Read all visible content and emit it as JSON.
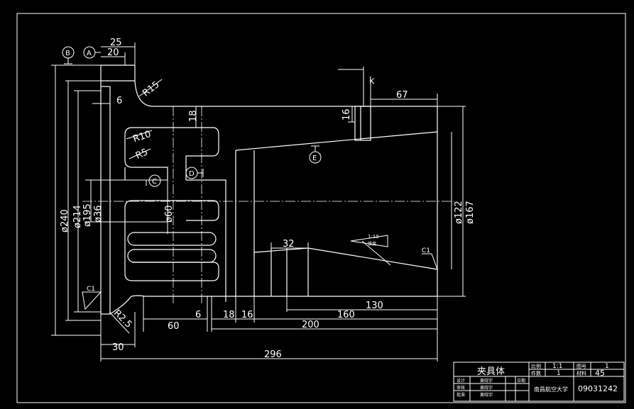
{
  "datum_labels": {
    "B": "B",
    "A": "A",
    "C": "C",
    "D": "D",
    "E": "E"
  },
  "dims": {
    "d25": "25",
    "d20": "20",
    "d6a": "6",
    "r15": "R15",
    "d18": "18",
    "r10": "R10",
    "r5": "R5",
    "d240": "ø240",
    "d214": "ø214",
    "d195": "ø195",
    "d36": "ø36",
    "d60": "ø60",
    "d122": "ø122",
    "d167": "ø167",
    "d67": "67",
    "d16v": "16",
    "k": "k",
    "d32": "32",
    "c1a": "C1",
    "c1b": "C1",
    "r25": "R2.5",
    "d6b": "6",
    "d18b": "18",
    "d16b": "16",
    "d160": "160",
    "d130": "130",
    "d60b": "60",
    "d200": "200",
    "d30": "30",
    "d296": "296",
    "taper_top": "1:10",
    "taper_bot": "锥度"
  },
  "title_block": {
    "name": "夹具体",
    "scale_label": "比例",
    "scale_value": "1:1",
    "count_label": "件数",
    "count_value": "1",
    "sheet_label": "图号",
    "sheet_value": "1",
    "material_label": "材料",
    "material_value": "45",
    "school": "南昌航空大学",
    "drawing_no": "09031242",
    "design_label": "设计",
    "check_label": "审核",
    "approve_label": "批准",
    "design_name": "黄晓宇",
    "check_name": "黄晓宇",
    "approve_name": "黄晓宇",
    "date_label": "日期"
  }
}
